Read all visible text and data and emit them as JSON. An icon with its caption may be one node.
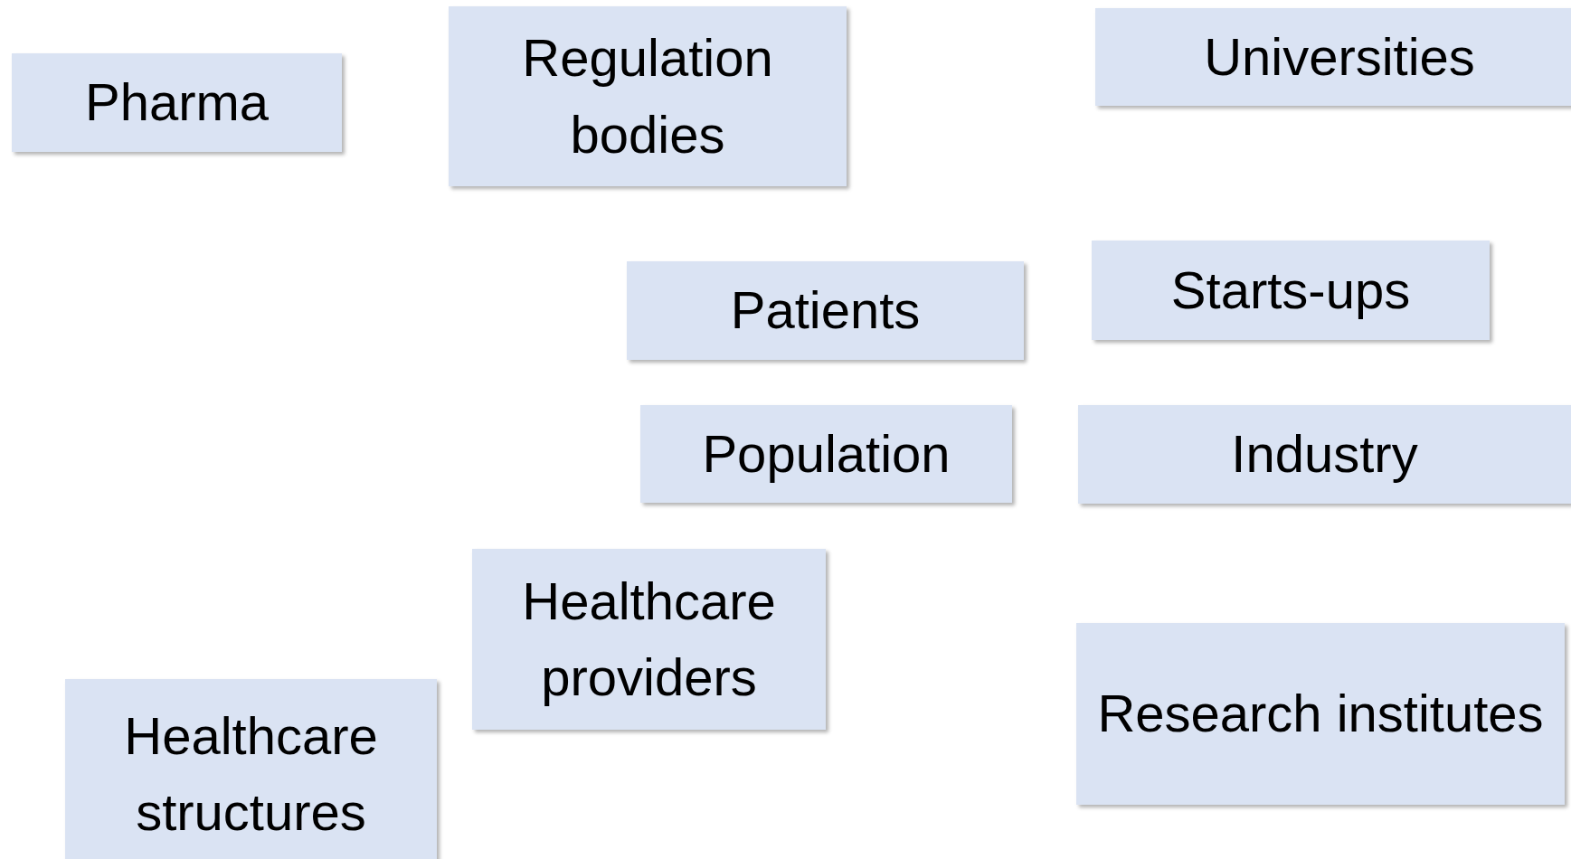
{
  "diagram": {
    "nodes": [
      {
        "text": [
          "Pharma"
        ]
      },
      {
        "text": [
          "Regulation bodies"
        ]
      },
      {
        "text": [
          "Universities"
        ]
      },
      {
        "text": [
          "Starts-ups"
        ]
      },
      {
        "text": [
          "Patients"
        ]
      },
      {
        "text": [
          "Population"
        ]
      },
      {
        "text": [
          "Industry"
        ]
      },
      {
        "text": [
          "Healthcare providers"
        ]
      },
      {
        "text": [
          "Research institutes"
        ]
      },
      {
        "text": [
          "Healthcare structures"
        ]
      }
    ]
  }
}
